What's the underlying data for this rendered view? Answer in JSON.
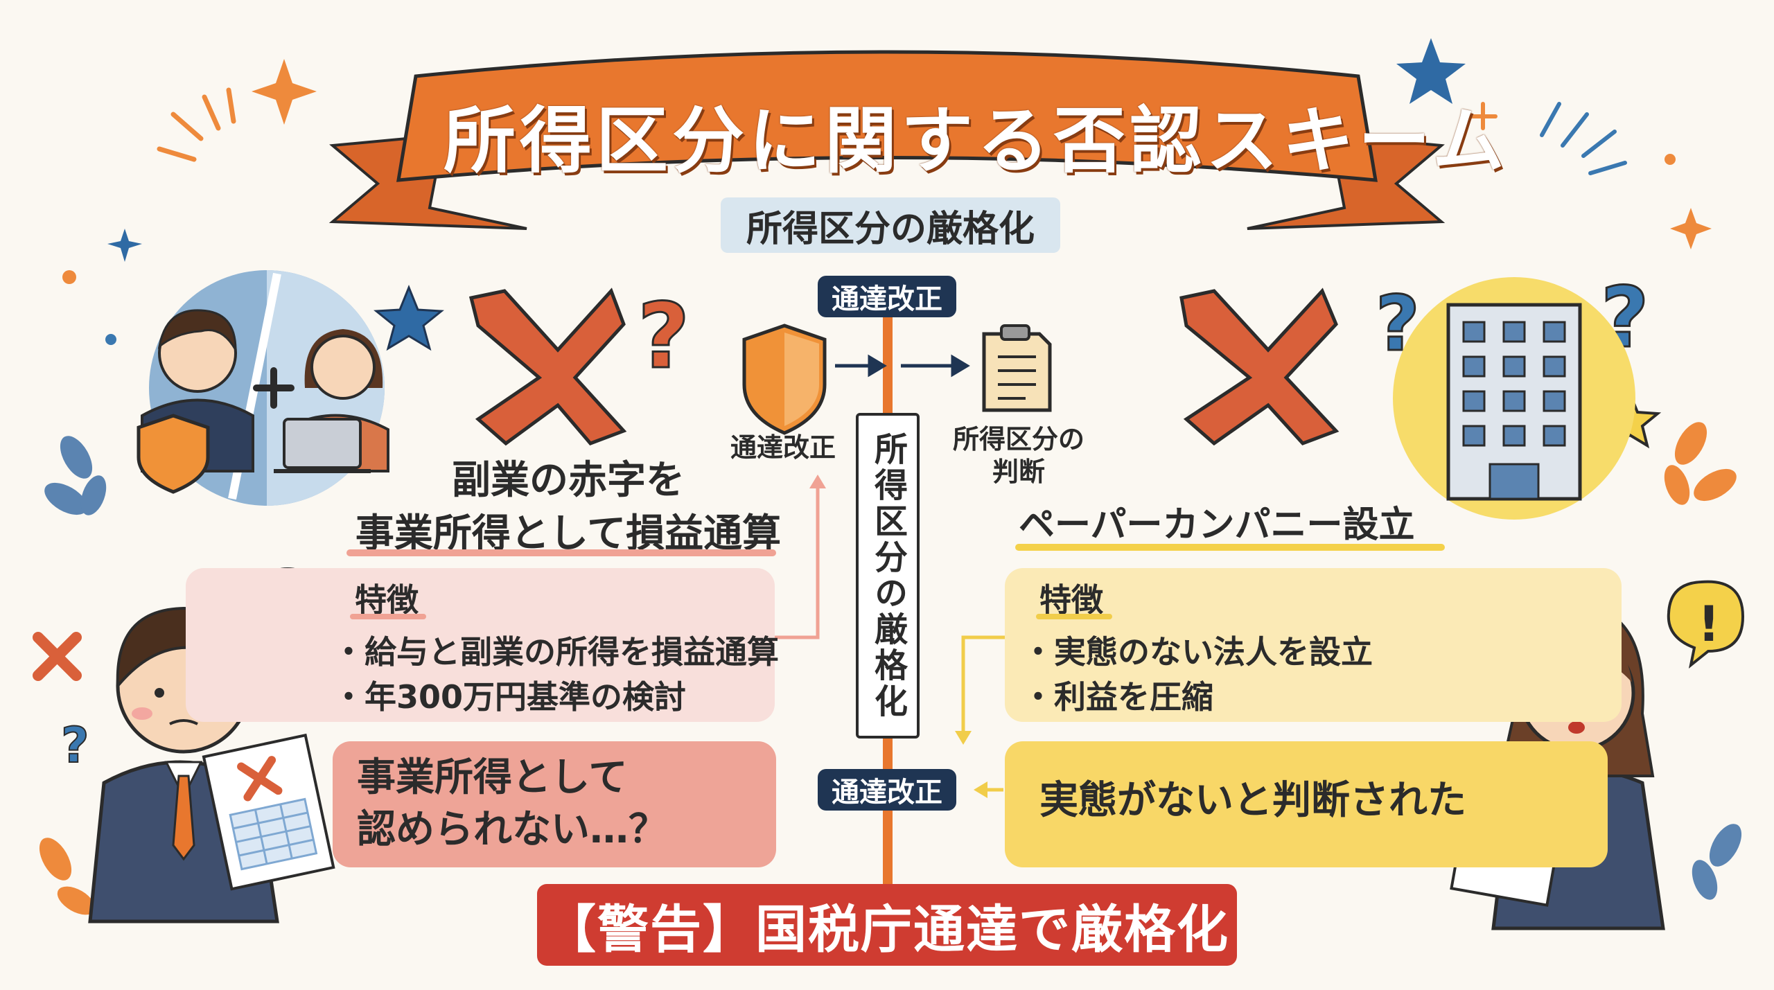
{
  "title": "所得区分に関する否認スキーム",
  "subtitle": "所得区分の厳格化",
  "center": {
    "top_badge": "通達改正",
    "shield_label": "通達改正",
    "doc_label_line1": "所得区分の",
    "doc_label_line2": "判断",
    "vertical_label": "所得区分の厳格化",
    "bottom_badge": "通達改正"
  },
  "left": {
    "heading_line1": "副業の赤字を",
    "heading_line2": "事業所得として損益通算",
    "feature_title": "特徴",
    "features": [
      "・給与と副業の所得を損益通算",
      "・年300万円基準の検討"
    ],
    "result_line1": "事業所得として",
    "result_line2": "認められない…？"
  },
  "right": {
    "heading": "ペーパーカンパニー設立",
    "feature_title": "特徴",
    "features": [
      "・実態のない法人を設立",
      "・利益を圧縮"
    ],
    "result": "実態がないと判断された"
  },
  "warning": "【警告】国税庁通達で厳格化",
  "colors": {
    "ribbon": "#e8772e",
    "cross": "#d9603a",
    "navy": "#1f3553",
    "warning": "#cf3c31",
    "left_panel": "#f8dfdb",
    "right_panel": "#fbeab6"
  }
}
